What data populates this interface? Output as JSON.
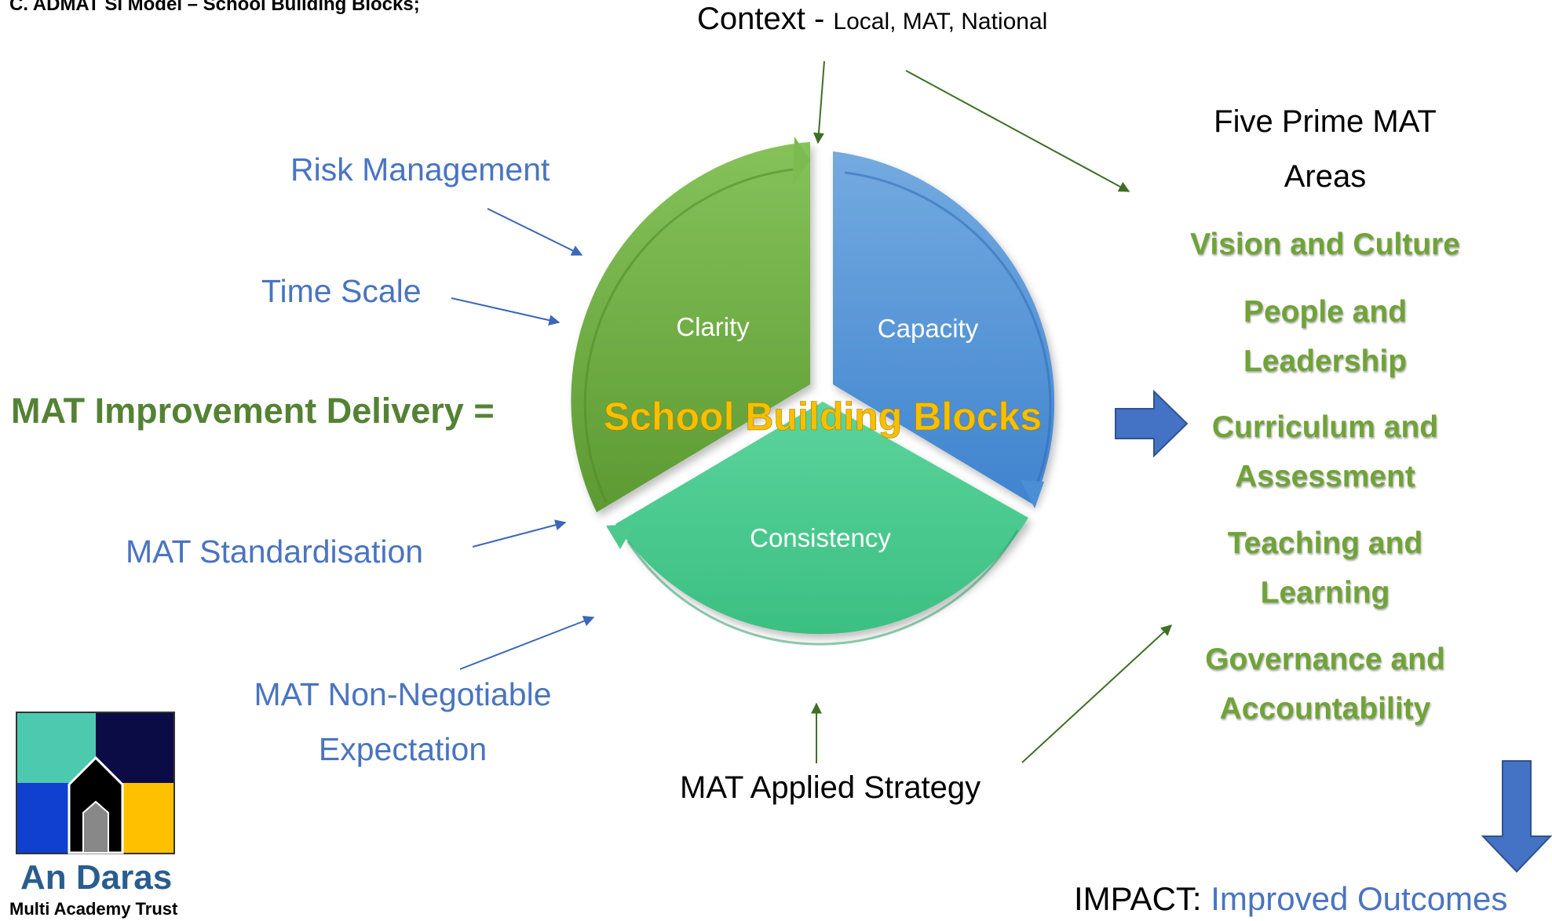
{
  "heading": "C. ADMAT SI Model – School Building Blocks;",
  "context": {
    "title": "Context -",
    "scope": "Local, MAT, National"
  },
  "left_inputs": {
    "risk": "Risk Management",
    "time": "Time Scale",
    "standardisation": "MAT Standardisation",
    "non_negotiable_line1": "MAT Non-Negotiable",
    "non_negotiable_line2": "Expectation"
  },
  "delivery_label": "MAT Improvement Delivery =",
  "cycle": {
    "center": "School Building Blocks",
    "segments": [
      "Clarity",
      "Capacity",
      "Consistency"
    ]
  },
  "prime_areas": {
    "title_line1": "Five Prime MAT",
    "title_line2": "Areas",
    "items": [
      {
        "line1": "Vision and Culture",
        "line2": ""
      },
      {
        "line1": "People and",
        "line2": "Leadership"
      },
      {
        "line1": "Curriculum and",
        "line2": "Assessment"
      },
      {
        "line1": "Teaching and",
        "line2": "Learning"
      },
      {
        "line1": "Governance and",
        "line2": "Accountability"
      }
    ]
  },
  "strategy": "MAT  Applied Strategy",
  "impact": {
    "label": "IMPACT:",
    "value": "Improved Outcomes"
  },
  "logo": {
    "name": "An Daras",
    "subtitle": "Multi Academy Trust"
  },
  "colors": {
    "green": "#70ad47",
    "blue": "#5b9bd5",
    "teal": "#4dc98e",
    "label_blue": "#4a74c0",
    "prime_green": "#70a338",
    "center_text": "#f5c000",
    "logo_teal": "#4dc9b0",
    "logo_navy": "#0b0b45",
    "logo_blue": "#1040d0",
    "logo_yellow": "#ffc000"
  }
}
